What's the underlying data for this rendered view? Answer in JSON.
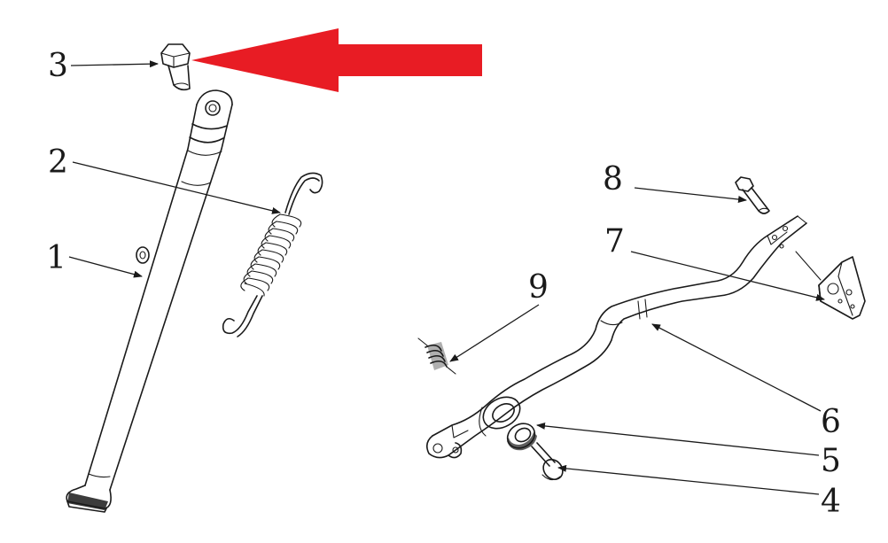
{
  "callouts": {
    "c1": "1",
    "c2": "2",
    "c3": "3",
    "c4": "4",
    "c5": "5",
    "c6": "6",
    "c7": "7",
    "c8": "8",
    "c9": "9"
  },
  "colors": {
    "ink": "#1a1a1a",
    "highlight_arrow": "#e81c24",
    "background": "#ffffff"
  },
  "highlight": {
    "points_to_part": "3",
    "icon": "red-arrow-left"
  }
}
